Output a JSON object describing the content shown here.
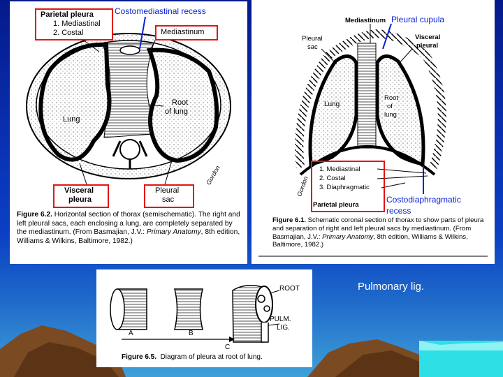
{
  "panel_left": {
    "callout_costomediastinal": "Costomediastinal recess",
    "box_parietal_title": "Parietal pleura",
    "box_parietal_item1": "1. Mediastinal",
    "box_parietal_item2": "2. Costal",
    "box_mediastinum": "Mediastinum",
    "label_root_line1": "Root",
    "label_root_line2": "of lung",
    "label_lung": "Lung",
    "box_visceral_line1": "Visceral",
    "box_visceral_line2": "pleura",
    "box_pleural_line1": "Pleural",
    "box_pleural_line2": "sac",
    "signature": "Gordon",
    "caption_fig": "Figure 6.2.",
    "caption_text": "Horizontal section of thorax (semischematic). The right and left pleural sacs, each enclosing a lung, are completely separated by the mediastinum. (From Basmajian, J.V.:",
    "caption_book": "Primary Anatomy",
    "caption_tail": ", 8th edition, Williams & Wilkins, Baltimore, 1982.)"
  },
  "panel_right": {
    "callout_cupula": "Pleural cupula",
    "label_mediastinum": "Mediastinum",
    "label_pleural_sac_line1": "Pleural",
    "label_pleural_sac_line2": "sac",
    "label_visceral_line1": "Visceral",
    "label_visceral_line2": "pleural",
    "label_lung": "Lung",
    "label_root_line1": "Root",
    "label_root_line2": "of",
    "label_root_line3": "lung",
    "box_item1": "1. Mediastinal",
    "box_item2": "2. Costal",
    "box_item3": "3. Diaphragmatic",
    "box_title": "Parietal pleura",
    "callout_costodiaphragmatic_line1": "Costodiaphragmatic",
    "callout_costodiaphragmatic_line2": "recess",
    "signature": "Gordon",
    "caption_fig": "Figure 6.1.",
    "caption_text": "Schematic coronal section of thorax to show parts of pleura and separation of right and left pleural sacs by mediastinum. (From Basmajian, J.V.:",
    "caption_book": "Primary Anatomy",
    "caption_tail": ", 8th edition, Williams & Wilkins, Baltimore, 1982.)"
  },
  "panel_bottom": {
    "label_root": "ROOT",
    "label_pulm": "PULM.",
    "label_lig": "LIG.",
    "label_a": "A",
    "label_b": "B",
    "label_c": "C",
    "caption_fig": "Figure 6.5.",
    "caption_text": "Diagram of pleura at root of lung."
  },
  "side_label": "Pulmonary lig.",
  "colors": {
    "callout_blue": "#0a22d6",
    "box_red": "#e01515"
  }
}
